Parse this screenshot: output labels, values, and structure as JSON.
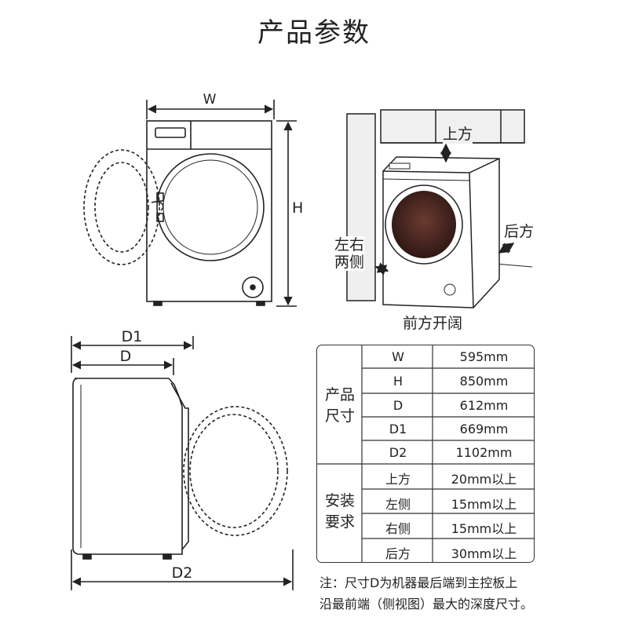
{
  "title": "产品参数",
  "front_view": {
    "width_label": "W",
    "height_label": "H"
  },
  "install_view": {
    "top_label": "上方",
    "back_label": "后方",
    "sides_label_line1": "左右",
    "sides_label_line2": "两侧",
    "front_label": "前方开阔"
  },
  "side_view": {
    "d1_label": "D1",
    "d_label": "D",
    "d2_label": "D2"
  },
  "spec_table": {
    "size_group": {
      "line1": "产品",
      "line2": "尺寸"
    },
    "install_group": {
      "line1": "安装",
      "line2": "要求"
    },
    "size_rows": [
      {
        "key": "W",
        "value": "595mm"
      },
      {
        "key": "H",
        "value": "850mm"
      },
      {
        "key": "D",
        "value": "612mm"
      },
      {
        "key": "D1",
        "value": "669mm"
      },
      {
        "key": "D2",
        "value": "1102mm"
      }
    ],
    "install_rows": [
      {
        "key": "上方",
        "value": "20mm以上"
      },
      {
        "key": "左侧",
        "value": "15mm以上"
      },
      {
        "key": "右侧",
        "value": "15mm以上"
      },
      {
        "key": "后方",
        "value": "30mm以上"
      }
    ]
  },
  "note": {
    "line1": "注：尺寸D为机器最后端到主控板上",
    "line2": "沿最前端（侧视图）最大的深度尺寸。"
  },
  "colors": {
    "line": "#222222",
    "door_glass": "#4a2a24",
    "wall": "#f0f0f0"
  }
}
